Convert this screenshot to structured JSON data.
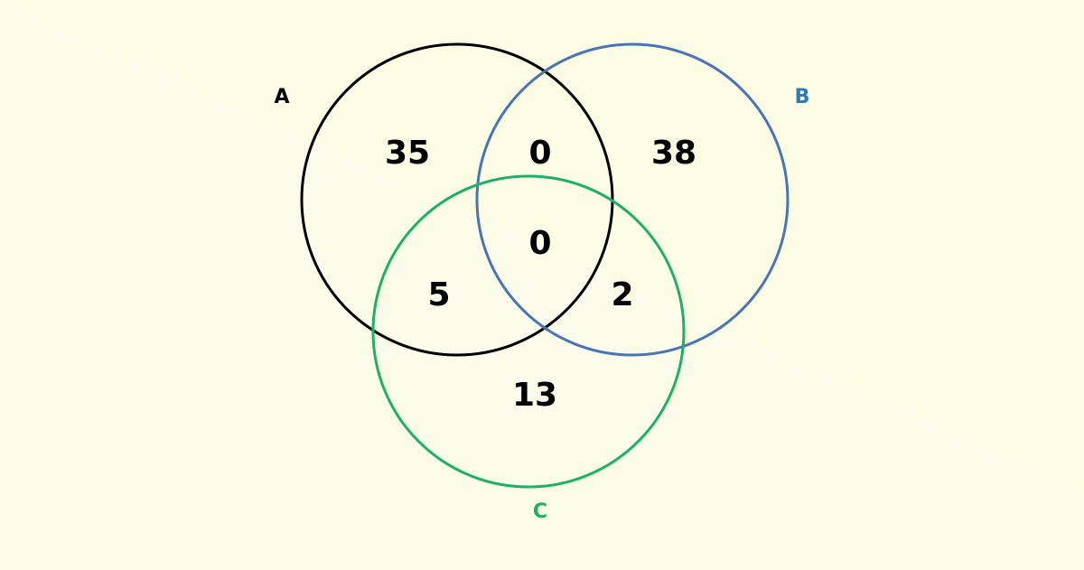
{
  "colors": {
    "background_light": "#FBFBE9",
    "background_dark": "#FCFBE3",
    "set_a": "#000000",
    "set_b": "#4A74B8",
    "set_c": "#1FAF6A",
    "label_b": "#2F79BA",
    "label_c": "#1FAF6A",
    "label_a": "#000000"
  },
  "sets": [
    {
      "id": "A",
      "label": "A"
    },
    {
      "id": "B",
      "label": "B"
    },
    {
      "id": "C",
      "label": "C"
    }
  ],
  "regions": {
    "a_only": "35",
    "a_and_b": "0",
    "b_only": "38",
    "a_b_c": "0",
    "a_and_c": "5",
    "b_and_c": "2",
    "c_only": "13"
  }
}
